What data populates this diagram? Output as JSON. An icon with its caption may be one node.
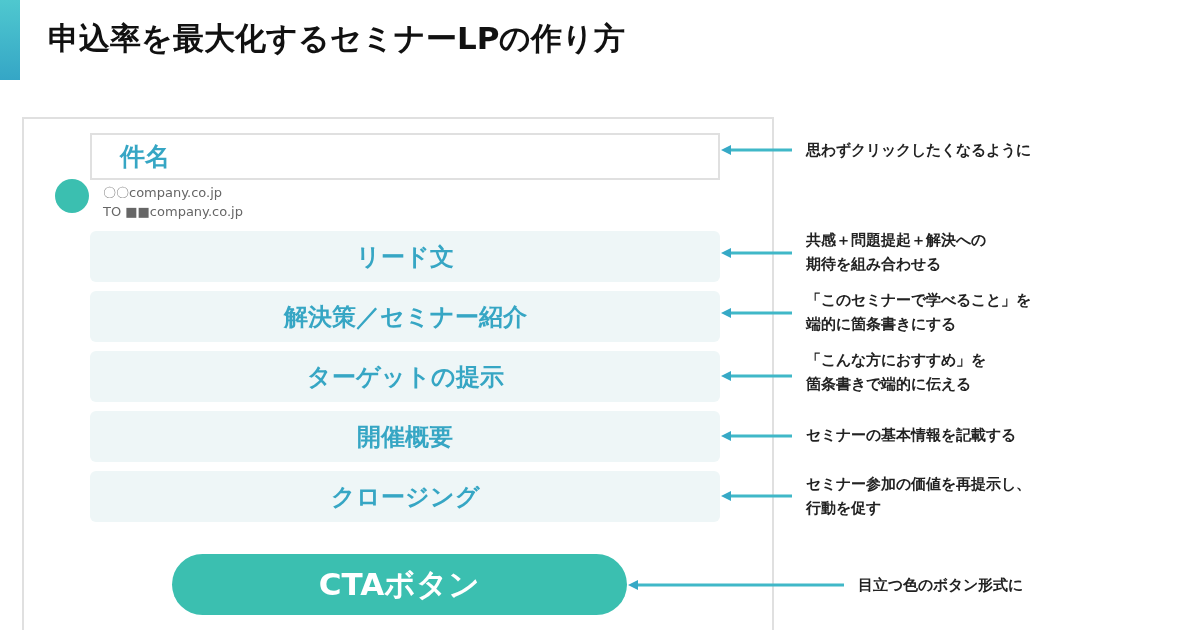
{
  "diagram": {
    "title": "申込率を最大化するセミナーLPの作り方",
    "nodes": [
      {
        "text": [],
        "shape": "box"
      },
      {
        "text": [
          "件名"
        ],
        "in": 0
      },
      {
        "text": [],
        "shape": "circle",
        "in": 0
      },
      {
        "text": [
          "リード文"
        ],
        "in": 0
      },
      {
        "text": [
          "解決策／セミナー紹介"
        ],
        "in": 0
      },
      {
        "text": [
          "ターゲットの提示"
        ],
        "in": 0
      },
      {
        "text": [
          "開催概要"
        ],
        "in": 0
      },
      {
        "text": [
          "クロージング"
        ],
        "in": 0
      },
      {
        "text": [
          "CTAボタン"
        ],
        "in": 0
      },
      {
        "text": [
          "思わずクリックしたくなるように"
        ]
      },
      {
        "text": [
          "共感＋問題提起＋解決への期待を組み合わせる"
        ]
      },
      {
        "text": [
          "「このセミナーで学べること」を端的に箇条書きにする"
        ]
      },
      {
        "text": [
          "「こんな方におすすめ」を箇条書きで端的に伝える"
        ]
      },
      {
        "text": [
          "セミナーの基本情報を記載する"
        ]
      },
      {
        "text": [
          "セミナー参加の価値を再提示し、行動を促す"
        ]
      },
      {
        "text": [
          "目立つ色のボタン形式に"
        ]
      }
    ],
    "edges": [
      {
        "from": 9,
        "to": 1,
        "arrow": "to"
      },
      {
        "from": 10,
        "to": 3,
        "arrow": "to"
      },
      {
        "from": 11,
        "to": 4,
        "arrow": "to"
      },
      {
        "from": 12,
        "to": 5,
        "arrow": "to"
      },
      {
        "from": 13,
        "to": 6,
        "arrow": "to"
      },
      {
        "from": 14,
        "to": 7,
        "arrow": "to"
      },
      {
        "from": 15,
        "to": 8,
        "arrow": "to"
      }
    ],
    "labels": [
      "〇〇company.co.jp",
      "TO ■■company.co.jp"
    ]
  }
}
